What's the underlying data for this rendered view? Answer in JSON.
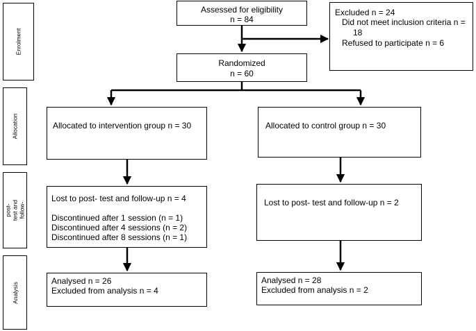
{
  "stages": {
    "enrolment": "Enrolment",
    "allocation": "Allocation",
    "followup": "Lost to post- test and follow-up",
    "analysis": "Analysis"
  },
  "assessed": {
    "line1": "Assessed for eligibility",
    "line2": "n = 84"
  },
  "excluded": {
    "title": "Excluded n = 24",
    "reason1_a": "Did not meet inclusion criteria n =",
    "reason1_b": "18",
    "reason2": "Refused to participate n = 6"
  },
  "randomized": {
    "line1": "Randomized",
    "line2": "n = 60"
  },
  "intervention": {
    "allocated": "Allocated to intervention group n = 30",
    "lost": "Lost to post- test and follow-up n = 4",
    "disc1": "Discontinued after 1 session (n = 1)",
    "disc2": "Discontinued after 4 sessions (n = 2)",
    "disc3": "Discontinued after 8 sessions (n = 1)",
    "analysed": "Analysed n = 26",
    "excluded": "Excluded from analysis n = 4"
  },
  "control": {
    "allocated": "Allocated to control group n = 30",
    "lost": "Lost to post- test and follow-up n = 2",
    "analysed": "Analysed n = 28",
    "excluded": "Excluded from analysis n = 2"
  }
}
